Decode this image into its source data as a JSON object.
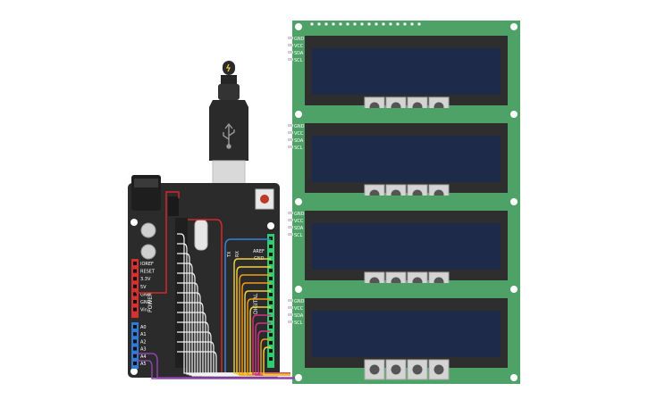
{
  "colors": {
    "board": "#2b2b2b",
    "pcb_green": "#4fa267",
    "lcd_bezel": "#2e2e2e",
    "lcd_screen": "#1d2a4a",
    "wire_red": "#d62828",
    "wire_blue": "#2e86de",
    "wire_yellow": "#f4d03f",
    "wire_orange": "#f39c12",
    "wire_magenta": "#d63384",
    "wire_purple": "#8e44ad",
    "wire_white": "#f2f2f2",
    "header_red": "#d63031",
    "header_blue": "#2f7bd6",
    "header_green": "#2ecc71",
    "usb_silver": "#d9d9d9"
  },
  "arduino": {
    "power_label": "POWER",
    "digital_label": "DIGITAL",
    "power_pins": [
      "IOREF",
      "RESET",
      "3.3V",
      "5V",
      "GND",
      "GND",
      "Vin"
    ],
    "analog_pins": [
      "A0",
      "A1",
      "A2",
      "A3",
      "A4",
      "A5"
    ],
    "digital_labels": [
      "AREF",
      "GND"
    ],
    "tx_label": "TX",
    "rx_label": "RX"
  },
  "usb": {
    "icon": "usb-icon",
    "bolt": "lightning-icon"
  },
  "lcd_pins": [
    "GND",
    "VCC",
    "SDA",
    "SCL"
  ],
  "lcd_modules": [
    {
      "id": "lcd-1"
    },
    {
      "id": "lcd-2"
    },
    {
      "id": "lcd-3"
    },
    {
      "id": "lcd-4"
    }
  ]
}
